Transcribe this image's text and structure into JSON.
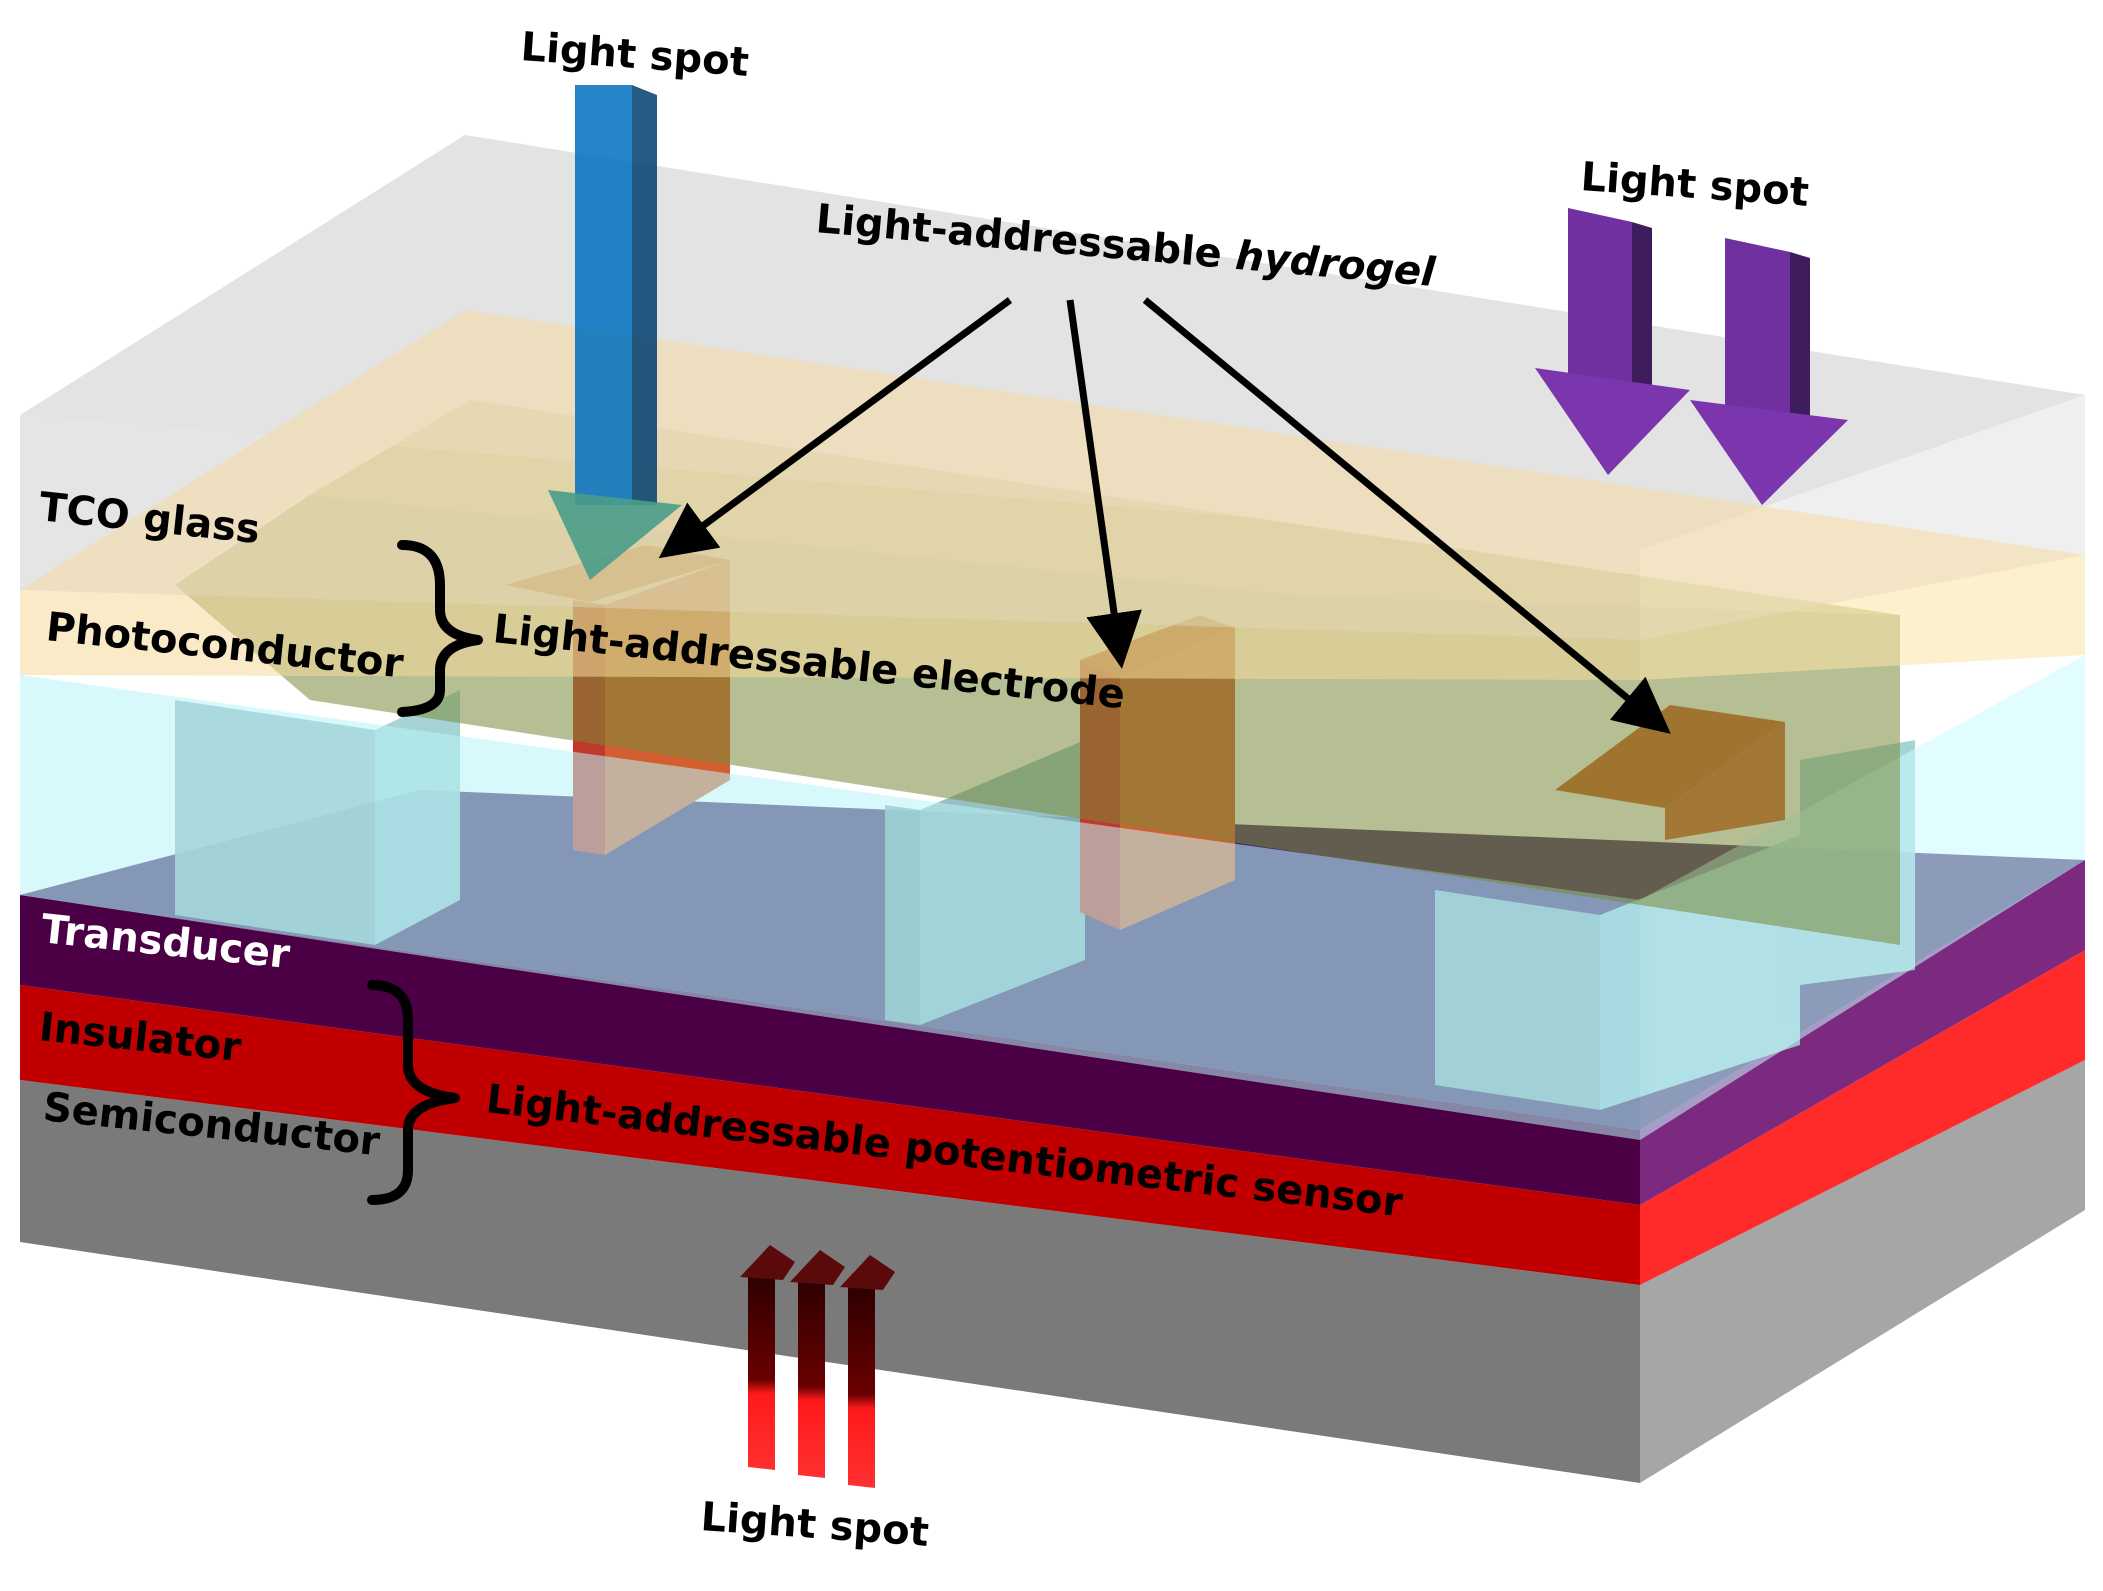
{
  "labels": {
    "light_spot_top_left": "Light spot",
    "light_spot_top_right": "Light spot",
    "light_spot_bottom": "Light spot",
    "hydrogel_prefix": "Light-addressable ",
    "hydrogel_italic": "hydrogel",
    "tco_glass": "TCO glass",
    "photoconductor": "Photoconductor",
    "electrode": "Light-addressable electrode",
    "transducer": "Transducer",
    "insulator": "Insulator",
    "semiconductor": "Semiconductor",
    "sensor": "Light-addressable potentiometric sensor"
  },
  "colors": {
    "semiconductor": "#7a7a7a",
    "insulator": "#c00000",
    "transducer": "#4b0045",
    "photoconductor": "#b8f4f8",
    "tco_glass": "#f6d99a",
    "hydrogel": "#b07a3f",
    "blue_arrow": "#0070c0",
    "purple_arrow": "#7030a0",
    "red_arrow": "#ff1a1a"
  }
}
